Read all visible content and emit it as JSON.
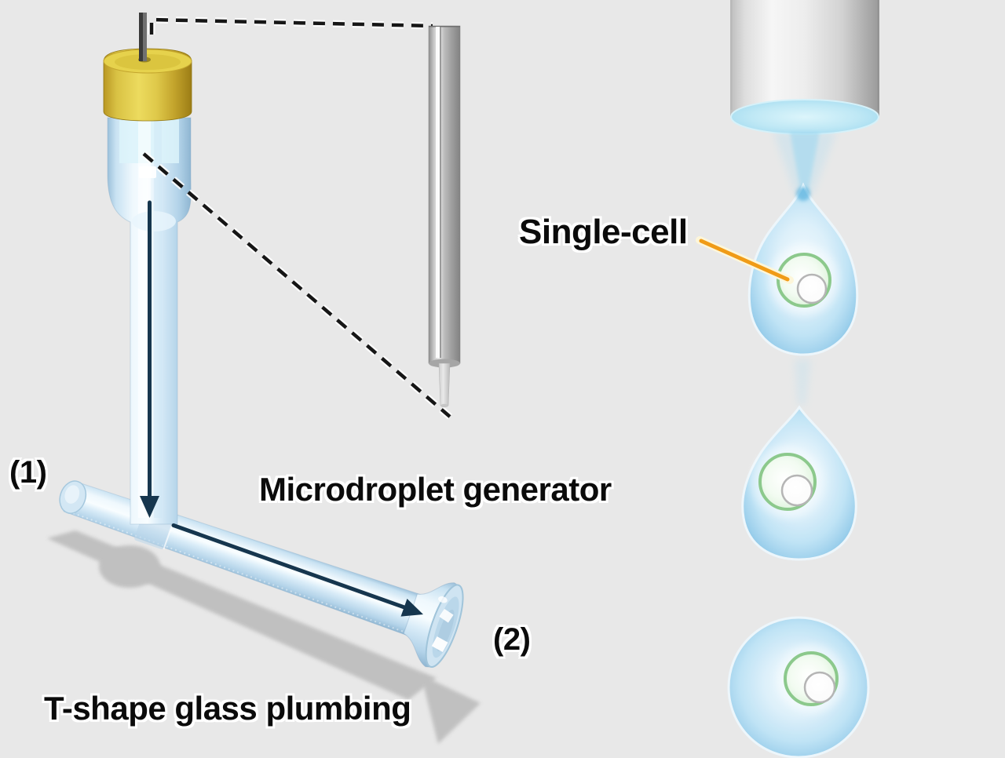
{
  "figure": {
    "type": "scientific-illustration",
    "subject": "Single-cell microdroplet generator with T-shape glass plumbing",
    "background_color": "#e8e8e8"
  },
  "labels": {
    "single_cell": "Single-cell",
    "microdroplet_generator": "Microdroplet generator",
    "t_shape_glass_plumbing": "T-shape glass plumbing",
    "port_1": "(1)",
    "port_2": "(2)"
  },
  "colors": {
    "background": "#e8e8e8",
    "glass_blue": "#cfe6f4",
    "glass_edge": "#9cc0da",
    "cap_yellow": "#d9c23a",
    "flow_arrow_navy": "#16364e",
    "needle_gray": "#a8a8a8",
    "droplet_blue": "#85c3e7",
    "cell_ring_green": "#8cc98c",
    "nucleus_white": "#ffffff",
    "pointer_orange": "#f09b16",
    "shadow_gray": "#b8b8b8",
    "zoom_dash_black": "#161616",
    "label_text": "#0b0b0b",
    "label_outline": "#ffffff"
  },
  "components": {
    "left_assembly": {
      "name": "Microdroplet generator (T-shape glass plumbing)",
      "parts": [
        "sample-vial-with-yellow-cap",
        "capillary-wire",
        "vertical-glass-tube",
        "horizontal-glass-tube",
        "inlet-end-cap",
        "outlet-flange",
        "downward-flow-arrow",
        "outlet-flow-arrow",
        "zoom-dashed-lines",
        "magnified-needle",
        "ground-shadow"
      ]
    },
    "right_assembly": {
      "name": "Droplet ejection sequence",
      "parts": [
        "nozzle-cylinder",
        "nozzle-meniscus",
        "spray-mist",
        "teardrop-droplet",
        "oval-droplet",
        "spherical-droplet",
        "encapsulated-cell",
        "cell-nucleus",
        "single-cell-pointer"
      ]
    }
  }
}
